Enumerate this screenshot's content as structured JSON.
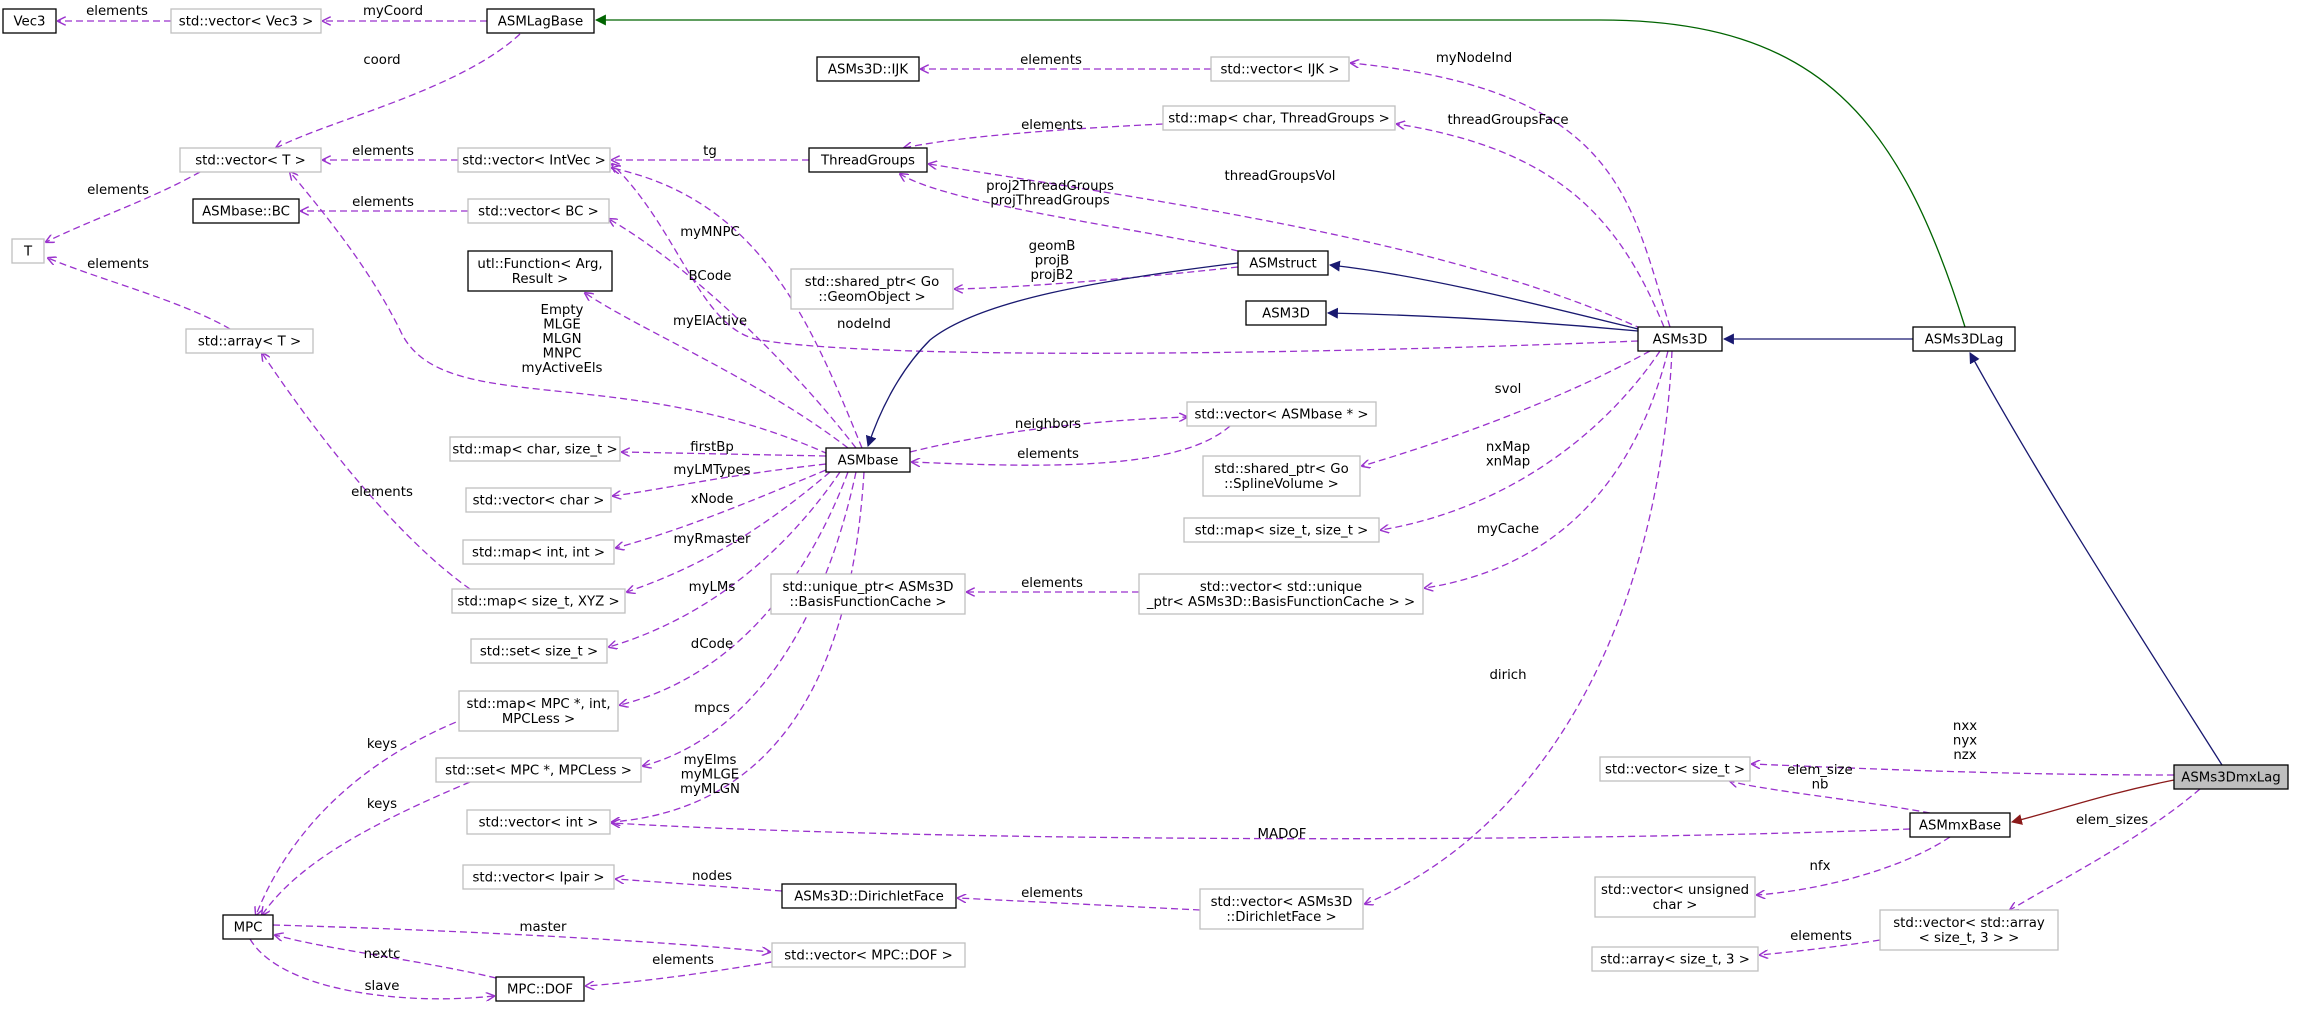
{
  "colors": {
    "usage": "#9a32cd",
    "inherit": "#191970",
    "template": "#006400",
    "protected": "#8b1a1a",
    "node_border_dark": "#000000",
    "node_border_light": "#bfbfbf",
    "selected_fill": "#bfbfbf"
  },
  "nodes": [
    {
      "id": "ASMs3DmxLag",
      "lines": [
        "ASMs3DmxLag"
      ],
      "border": "dark",
      "selected": true
    },
    {
      "id": "ASMs3DLag",
      "lines": [
        "ASMs3DLag"
      ],
      "border": "dark"
    },
    {
      "id": "ASMs3D",
      "lines": [
        "ASMs3D"
      ],
      "border": "dark"
    },
    {
      "id": "ASMstruct",
      "lines": [
        "ASMstruct"
      ],
      "border": "dark"
    },
    {
      "id": "ASM3D",
      "lines": [
        "ASM3D"
      ],
      "border": "dark"
    },
    {
      "id": "ASMbase",
      "lines": [
        "ASMbase"
      ],
      "border": "dark"
    },
    {
      "id": "ASMLagBase",
      "lines": [
        "ASMLagBase"
      ],
      "border": "dark"
    },
    {
      "id": "ASMmxBase",
      "lines": [
        "ASMmxBase"
      ],
      "border": "dark"
    },
    {
      "id": "ThreadGroups",
      "lines": [
        "ThreadGroups"
      ],
      "border": "dark"
    },
    {
      "id": "ASMs3D_IJK",
      "lines": [
        "ASMs3D::IJK"
      ],
      "border": "dark"
    },
    {
      "id": "ASMbase_BC",
      "lines": [
        "ASMbase::BC"
      ],
      "border": "dark"
    },
    {
      "id": "utl_Function",
      "lines": [
        "utl::Function< Arg,",
        "Result >"
      ],
      "border": "dark"
    },
    {
      "id": "Vec3",
      "lines": [
        "Vec3"
      ],
      "border": "dark"
    },
    {
      "id": "MPC",
      "lines": [
        "MPC"
      ],
      "border": "dark"
    },
    {
      "id": "MPC_DOF",
      "lines": [
        "MPC::DOF"
      ],
      "border": "dark"
    },
    {
      "id": "ASMs3D_DirichletFace",
      "lines": [
        "ASMs3D::DirichletFace"
      ],
      "border": "dark"
    },
    {
      "id": "vec_Vec3",
      "lines": [
        "std::vector< Vec3 >"
      ],
      "border": "light"
    },
    {
      "id": "vec_T",
      "lines": [
        "std::vector< T >"
      ],
      "border": "light"
    },
    {
      "id": "T",
      "lines": [
        "T"
      ],
      "border": "light"
    },
    {
      "id": "arr_T",
      "lines": [
        "std::array< T >"
      ],
      "border": "light"
    },
    {
      "id": "vec_IntVec",
      "lines": [
        "std::vector< IntVec >"
      ],
      "border": "light"
    },
    {
      "id": "vec_BC",
      "lines": [
        "std::vector< BC >"
      ],
      "border": "light"
    },
    {
      "id": "vec_IJK",
      "lines": [
        "std::vector< IJK >"
      ],
      "border": "light"
    },
    {
      "id": "map_char_TG",
      "lines": [
        "std::map< char, ThreadGroups >"
      ],
      "border": "light"
    },
    {
      "id": "sp_GeomObject",
      "lines": [
        "std::shared_ptr< Go",
        "::GeomObject >"
      ],
      "border": "light"
    },
    {
      "id": "map_char_size",
      "lines": [
        "std::map< char, size_t >"
      ],
      "border": "light"
    },
    {
      "id": "vec_char",
      "lines": [
        "std::vector< char >"
      ],
      "border": "light"
    },
    {
      "id": "map_int_int",
      "lines": [
        "std::map< int, int >"
      ],
      "border": "light"
    },
    {
      "id": "map_size_XYZ",
      "lines": [
        "std::map< size_t, XYZ >"
      ],
      "border": "light"
    },
    {
      "id": "set_size",
      "lines": [
        "std::set< size_t >"
      ],
      "border": "light"
    },
    {
      "id": "map_MPC",
      "lines": [
        "std::map< MPC *, int,",
        "MPCLess >"
      ],
      "border": "light"
    },
    {
      "id": "set_MPC",
      "lines": [
        "std::set< MPC *, MPCLess >"
      ],
      "border": "light"
    },
    {
      "id": "vec_int",
      "lines": [
        "std::vector< int >"
      ],
      "border": "light"
    },
    {
      "id": "vec_Ipair",
      "lines": [
        "std::vector< Ipair >"
      ],
      "border": "light"
    },
    {
      "id": "vec_MPCDOF",
      "lines": [
        "std::vector< MPC::DOF >"
      ],
      "border": "light"
    },
    {
      "id": "vec_ASMbase",
      "lines": [
        "std::vector< ASMbase * >"
      ],
      "border": "light"
    },
    {
      "id": "sp_SplineVolume",
      "lines": [
        "std::shared_ptr< Go",
        "::SplineVolume >"
      ],
      "border": "light"
    },
    {
      "id": "map_size_size",
      "lines": [
        "std::map< size_t, size_t >"
      ],
      "border": "light"
    },
    {
      "id": "up_BFC",
      "lines": [
        "std::unique_ptr< ASMs3D",
        "::BasisFunctionCache >"
      ],
      "border": "light"
    },
    {
      "id": "vec_up_BFC",
      "lines": [
        "std::vector< std::unique",
        "_ptr< ASMs3D::BasisFunctionCache > >"
      ],
      "border": "light"
    },
    {
      "id": "vec_DirichletFace",
      "lines": [
        "std::vector< ASMs3D",
        "::DirichletFace >"
      ],
      "border": "light"
    },
    {
      "id": "vec_size",
      "lines": [
        "std::vector< size_t >"
      ],
      "border": "light"
    },
    {
      "id": "vec_uchar",
      "lines": [
        "std::vector< unsigned",
        "char >"
      ],
      "border": "light"
    },
    {
      "id": "vec_arr_size3",
      "lines": [
        "std::vector< std::array",
        "< size_t, 3 > >"
      ],
      "border": "light"
    },
    {
      "id": "arr_size3",
      "lines": [
        "std::array< size_t, 3 >"
      ],
      "border": "light"
    }
  ],
  "edges": [
    {
      "id": "e-vecVec3-Vec3",
      "kind": "usage",
      "label": [
        "elements"
      ]
    },
    {
      "id": "e-lag-vecVec3",
      "kind": "usage",
      "label": [
        "myCoord"
      ]
    },
    {
      "id": "e-lag-vecT",
      "kind": "usage",
      "label": [
        "coord"
      ]
    },
    {
      "id": "e-vecT-T",
      "kind": "usage",
      "label": [
        "elements"
      ]
    },
    {
      "id": "e-arrT-T",
      "kind": "usage",
      "label": [
        "elements"
      ]
    },
    {
      "id": "e-vecIntVec-vecT",
      "kind": "usage",
      "label": [
        "elements"
      ]
    },
    {
      "id": "e-tg-vecIntVec",
      "kind": "usage",
      "label": [
        "tg"
      ]
    },
    {
      "id": "e-vecBC-BC",
      "kind": "usage",
      "label": [
        "elements"
      ]
    },
    {
      "id": "e-vecIJK-IJK",
      "kind": "usage",
      "label": [
        "elements"
      ]
    },
    {
      "id": "e-mapTG-tg",
      "kind": "usage",
      "label": [
        "elements"
      ]
    },
    {
      "id": "e-struct-tg",
      "kind": "usage",
      "label": [
        "proj2ThreadGroups",
        "projThreadGroups"
      ]
    },
    {
      "id": "e-struct-geom",
      "kind": "usage",
      "label": [
        "geomB",
        "projB",
        "projB2"
      ]
    },
    {
      "id": "e-s3d-vecIJK",
      "kind": "usage",
      "label": [
        "myNodeInd"
      ]
    },
    {
      "id": "e-s3d-mapTG",
      "kind": "usage",
      "label": [
        "threadGroupsFace"
      ]
    },
    {
      "id": "e-s3d-tg",
      "kind": "usage",
      "label": [
        "threadGroupsVol"
      ]
    },
    {
      "id": "e-s3d-vecIntVec",
      "kind": "usage",
      "label": [
        "nodeInd"
      ]
    },
    {
      "id": "e-base-vecT",
      "kind": "usage",
      "label": [
        "Empty",
        "MLGE",
        "MLGN",
        "MNPC",
        "myActiveEls"
      ]
    },
    {
      "id": "e-base-vecIntVec",
      "kind": "usage",
      "label": [
        "myMNPC"
      ]
    },
    {
      "id": "e-base-vecBC",
      "kind": "usage",
      "label": [
        "BCode"
      ]
    },
    {
      "id": "e-base-func",
      "kind": "usage",
      "label": [
        "myElActive"
      ]
    },
    {
      "id": "e-base-vecASMbase",
      "kind": "usage",
      "label": [
        "neighbors"
      ]
    },
    {
      "id": "e-vecASMbase-base",
      "kind": "usage",
      "label": [
        "elements"
      ]
    },
    {
      "id": "e-base-mapCharSize",
      "kind": "usage",
      "label": [
        "firstBp"
      ]
    },
    {
      "id": "e-base-vecChar",
      "kind": "usage",
      "label": [
        "myLMTypes"
      ]
    },
    {
      "id": "e-base-mapIntInt",
      "kind": "usage",
      "label": [
        "xNode"
      ]
    },
    {
      "id": "e-base-mapSizeXYZ",
      "kind": "usage",
      "label": [
        "myRmaster"
      ]
    },
    {
      "id": "e-mapSizeXYZ-arrT",
      "kind": "usage",
      "label": [
        "elements"
      ]
    },
    {
      "id": "e-base-setSize",
      "kind": "usage",
      "label": [
        "myLMs"
      ]
    },
    {
      "id": "e-base-mapMPC",
      "kind": "usage",
      "label": [
        "dCode"
      ]
    },
    {
      "id": "e-base-setMPC",
      "kind": "usage",
      "label": [
        "mpcs"
      ]
    },
    {
      "id": "e-base-vecInt",
      "kind": "usage",
      "label": [
        "myElms",
        "myMLGE",
        "myMLGN"
      ]
    },
    {
      "id": "e-mapMPC-MPC",
      "kind": "usage",
      "label": [
        "keys"
      ]
    },
    {
      "id": "e-setMPC-MPC",
      "kind": "usage",
      "label": [
        "keys"
      ]
    },
    {
      "id": "e-MPC-vecMPCDOF",
      "kind": "usage",
      "label": [
        "master"
      ]
    },
    {
      "id": "e-vecMPCDOF-DOF",
      "kind": "usage",
      "label": [
        "elements"
      ]
    },
    {
      "id": "e-DOF-MPC",
      "kind": "usage",
      "label": [
        "nextc"
      ]
    },
    {
      "id": "e-MPC-DOF",
      "kind": "usage",
      "label": [
        "slave"
      ]
    },
    {
      "id": "e-df-vecIpair",
      "kind": "usage",
      "label": [
        "nodes"
      ]
    },
    {
      "id": "e-vecDF-df",
      "kind": "usage",
      "label": [
        "elements"
      ]
    },
    {
      "id": "e-s3d-vecDF",
      "kind": "usage",
      "label": [
        "dirich"
      ]
    },
    {
      "id": "e-s3d-spSpline",
      "kind": "usage",
      "label": [
        "svol"
      ]
    },
    {
      "id": "e-s3d-mapSizeSize",
      "kind": "usage",
      "label": [
        "nxMap",
        "xnMap"
      ]
    },
    {
      "id": "e-s3d-vecUpBFC",
      "kind": "usage",
      "label": [
        "myCache"
      ]
    },
    {
      "id": "e-vecUpBFC-upBFC",
      "kind": "usage",
      "label": [
        "elements"
      ]
    },
    {
      "id": "e-mx-vecSize",
      "kind": "usage",
      "label": [
        "elem_size",
        "nb"
      ]
    },
    {
      "id": "e-mx-vecInt",
      "kind": "usage",
      "label": [
        "MADOF"
      ]
    },
    {
      "id": "e-mx-vecUchar",
      "kind": "usage",
      "label": [
        "nfx"
      ]
    },
    {
      "id": "e-mxlag-vecSize",
      "kind": "usage",
      "label": [
        "nxx",
        "nyx",
        "nzx"
      ]
    },
    {
      "id": "e-mxlag-vecArr",
      "kind": "usage",
      "label": [
        "elem_sizes"
      ]
    },
    {
      "id": "e-vecArr-arrSize3",
      "kind": "usage",
      "label": [
        "elements"
      ]
    },
    {
      "id": "e-struct-base",
      "kind": "inherit",
      "label": []
    },
    {
      "id": "e-s3d-struct",
      "kind": "inherit",
      "label": []
    },
    {
      "id": "e-s3d-asm3d",
      "kind": "inherit",
      "label": []
    },
    {
      "id": "e-s3dlag-s3d",
      "kind": "inherit",
      "label": []
    },
    {
      "id": "e-mxlag-s3dlag",
      "kind": "inherit",
      "label": []
    },
    {
      "id": "e-s3dlag-lag",
      "kind": "template",
      "label": []
    },
    {
      "id": "e-mxlag-mx",
      "kind": "protected",
      "label": []
    }
  ]
}
